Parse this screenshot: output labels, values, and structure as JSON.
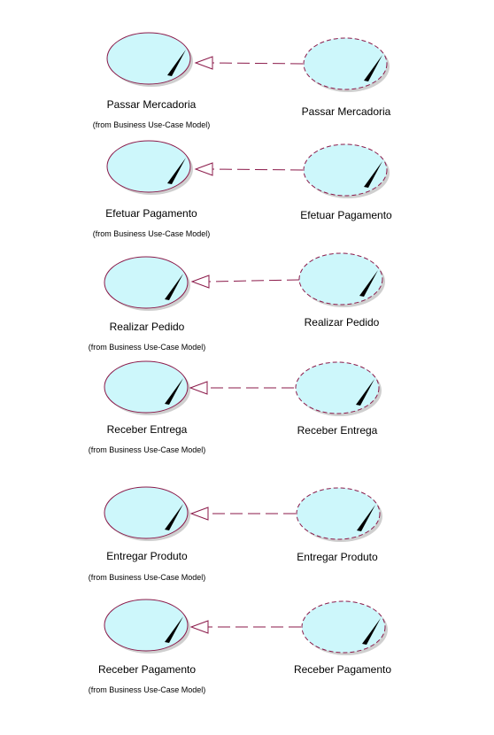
{
  "colors": {
    "fill": "#cdf7fb",
    "stroke": "#8b1a4a",
    "shadow": "#cfcfcf",
    "connector": "#8b1a4a"
  },
  "rows": [
    {
      "business_name": "Passar Mercadoria",
      "source": "(from Business Use-Case Model)",
      "realization_name": "Passar Mercadoria"
    },
    {
      "business_name": "Efetuar Pagamento",
      "source": "(from Business Use-Case Model)",
      "realization_name": "Efetuar Pagamento"
    },
    {
      "business_name": "Realizar Pedido",
      "source": "(from Business Use-Case Model)",
      "realization_name": "Realizar Pedido"
    },
    {
      "business_name": "Receber Entrega",
      "source": "(from Business Use-Case Model)",
      "realization_name": "Receber Entrega"
    },
    {
      "business_name": "Entregar Produto",
      "source": "(from Business Use-Case Model)",
      "realization_name": "Entregar Produto"
    },
    {
      "business_name": "Receber Pagamento",
      "source": "(from Business Use-Case Model)",
      "realization_name": "Receber Pagamento"
    }
  ]
}
